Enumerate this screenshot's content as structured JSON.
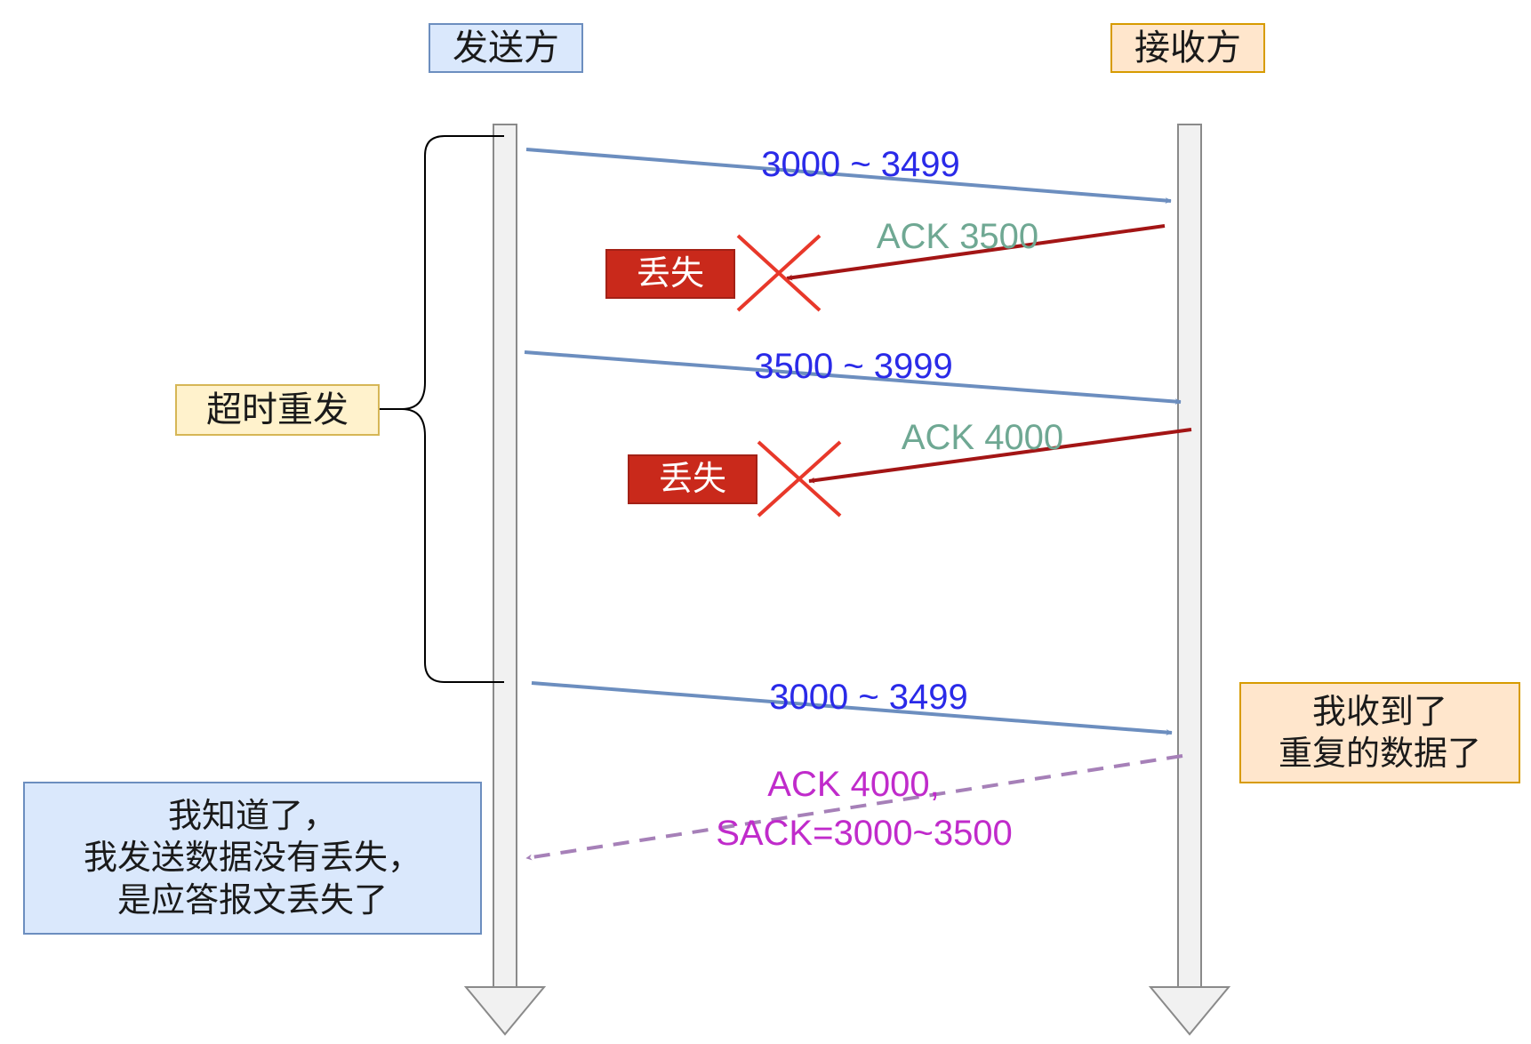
{
  "sender": {
    "title": "发送方"
  },
  "receiver": {
    "title": "接收方"
  },
  "timeout_label": "超时重发",
  "messages": [
    {
      "label": "3000 ~ 3499",
      "direction": "sender_to_receiver",
      "lost": false
    },
    {
      "label": "ACK 3500",
      "direction": "receiver_to_sender",
      "lost": true
    },
    {
      "label": "3500 ~ 3999",
      "direction": "sender_to_receiver",
      "lost": false
    },
    {
      "label": "ACK 4000",
      "direction": "receiver_to_sender",
      "lost": true
    },
    {
      "label": "3000 ~ 3499",
      "direction": "sender_to_receiver",
      "lost": false
    },
    {
      "label_lines": [
        "ACK 4000,",
        "SACK=3000~3500"
      ],
      "direction": "receiver_to_sender",
      "lost": false,
      "style": "dashed"
    }
  ],
  "lost_label": "丢失",
  "receiver_note": "我收到了\n重复的数据了",
  "sender_note": "我知道了，\n我发送数据没有丢失，\n是应答报文丢失了",
  "colors": {
    "data_arrow": "#6c8ebf",
    "data_label": "#2a2ae8",
    "ack_arrow": "#a31515",
    "ack_label": "#6fa893",
    "lost_box": "#c9291b",
    "cross": "#e8382a",
    "sack_arrow": "#a680b8",
    "sack_label": "#c02bcb",
    "lifeline_fill": "#f1f1f1",
    "lifeline_stroke": "#8a8a8a"
  }
}
